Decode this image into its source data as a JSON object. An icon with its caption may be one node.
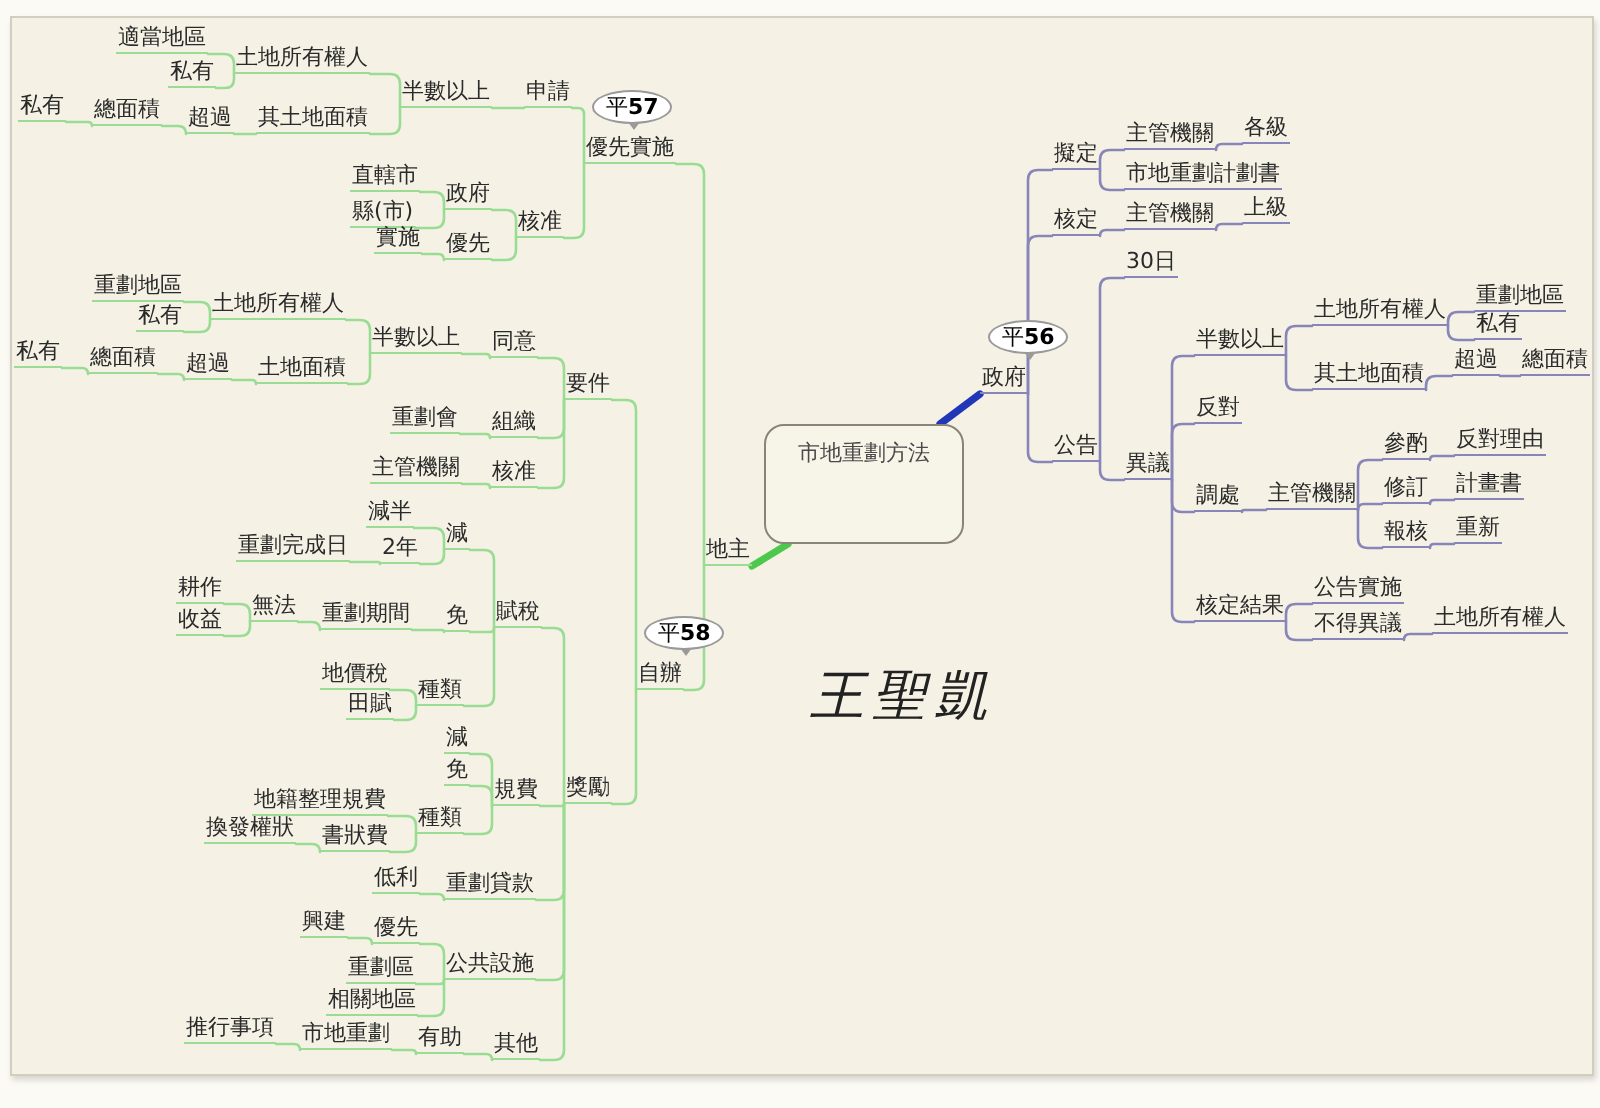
{
  "diagram": {
    "nodes": [
      {
        "text": [
          "市地重劃方法"
        ]
      },
      {
        "text": [
          "地主"
        ]
      },
      {
        "text": [
          "優先實施"
        ],
        "beside": [
          "平**57**"
        ]
      },
      {
        "text": [
          "申請"
        ]
      },
      {
        "text": [
          "半數以上"
        ]
      },
      {
        "text": [
          "土地所有權人"
        ]
      },
      {
        "text": [
          "適當地區"
        ]
      },
      {
        "text": [
          "私有"
        ]
      },
      {
        "text": [
          "其土地面積"
        ]
      },
      {
        "text": [
          "超過"
        ]
      },
      {
        "text": [
          "總面積"
        ]
      },
      {
        "text": [
          "私有"
        ]
      },
      {
        "text": [
          "核准"
        ]
      },
      {
        "text": [
          "政府"
        ]
      },
      {
        "text": [
          "直轄市"
        ]
      },
      {
        "text": [
          "縣(市)"
        ]
      },
      {
        "text": [
          "優先"
        ]
      },
      {
        "text": [
          "實施"
        ]
      },
      {
        "text": [
          "自辦"
        ],
        "beside": [
          "平**58**"
        ]
      },
      {
        "text": [
          "要件"
        ]
      },
      {
        "text": [
          "同意"
        ]
      },
      {
        "text": [
          "半數以上"
        ]
      },
      {
        "text": [
          "土地所有權人"
        ]
      },
      {
        "text": [
          "重劃地區"
        ]
      },
      {
        "text": [
          "私有"
        ]
      },
      {
        "text": [
          "土地面積"
        ]
      },
      {
        "text": [
          "超過"
        ]
      },
      {
        "text": [
          "總面積"
        ]
      },
      {
        "text": [
          "私有"
        ]
      },
      {
        "text": [
          "組織"
        ]
      },
      {
        "text": [
          "重劃會"
        ]
      },
      {
        "text": [
          "核准"
        ]
      },
      {
        "text": [
          "主管機關"
        ]
      },
      {
        "text": [
          "獎勵"
        ]
      },
      {
        "text": [
          "賦稅"
        ]
      },
      {
        "text": [
          "減"
        ]
      },
      {
        "text": [
          "減半"
        ]
      },
      {
        "text": [
          "2年"
        ]
      },
      {
        "text": [
          "重劃完成日"
        ]
      },
      {
        "text": [
          "免"
        ]
      },
      {
        "text": [
          "重劃期間"
        ]
      },
      {
        "text": [
          "無法"
        ]
      },
      {
        "text": [
          "耕作"
        ]
      },
      {
        "text": [
          "收益"
        ]
      },
      {
        "text": [
          "種類"
        ]
      },
      {
        "text": [
          "地價稅"
        ]
      },
      {
        "text": [
          "田賦"
        ]
      },
      {
        "text": [
          "規費"
        ]
      },
      {
        "text": [
          "減"
        ]
      },
      {
        "text": [
          "免"
        ]
      },
      {
        "text": [
          "種類"
        ]
      },
      {
        "text": [
          "地籍整理規費"
        ]
      },
      {
        "text": [
          "書狀費"
        ]
      },
      {
        "text": [
          "換發權狀"
        ]
      },
      {
        "text": [
          "重劃貸款"
        ]
      },
      {
        "text": [
          "低利"
        ]
      },
      {
        "text": [
          "公共設施"
        ]
      },
      {
        "text": [
          "優先"
        ]
      },
      {
        "text": [
          "興建"
        ]
      },
      {
        "text": [
          "重劃區"
        ]
      },
      {
        "text": [
          "相關地區"
        ]
      },
      {
        "text": [
          "其他"
        ]
      },
      {
        "text": [
          "有助"
        ]
      },
      {
        "text": [
          "市地重劃"
        ]
      },
      {
        "text": [
          "推行事項"
        ]
      },
      {
        "text": [
          "政府"
        ],
        "beside": [
          "平**56**"
        ]
      },
      {
        "text": [
          "擬定"
        ]
      },
      {
        "text": [
          "主管機關"
        ]
      },
      {
        "text": [
          "各級"
        ]
      },
      {
        "text": [
          "市地重劃計劃書"
        ]
      },
      {
        "text": [
          "核定"
        ]
      },
      {
        "text": [
          "主管機關"
        ]
      },
      {
        "text": [
          "上級"
        ]
      },
      {
        "text": [
          "公告"
        ]
      },
      {
        "text": [
          "30日"
        ]
      },
      {
        "text": [
          "異議"
        ]
      },
      {
        "text": [
          "半數以上"
        ]
      },
      {
        "text": [
          "土地所有權人"
        ]
      },
      {
        "text": [
          "重劃地區"
        ]
      },
      {
        "text": [
          "私有"
        ]
      },
      {
        "text": [
          "其土地面積"
        ]
      },
      {
        "text": [
          "超過"
        ]
      },
      {
        "text": [
          "總面積"
        ]
      },
      {
        "text": [
          "反對"
        ]
      },
      {
        "text": [
          "調處"
        ]
      },
      {
        "text": [
          "主管機關"
        ]
      },
      {
        "text": [
          "參酌"
        ]
      },
      {
        "text": [
          "反對理由"
        ]
      },
      {
        "text": [
          "修訂"
        ]
      },
      {
        "text": [
          "計畫書"
        ]
      },
      {
        "text": [
          "報核"
        ]
      },
      {
        "text": [
          "重新"
        ]
      },
      {
        "text": [
          "核定結果"
        ]
      },
      {
        "text": [
          "公告實施"
        ]
      },
      {
        "text": [
          "不得異議"
        ]
      },
      {
        "text": [
          "土地所有權人"
        ]
      }
    ],
    "edges": [
      {
        "from": 0,
        "to": 1,
        "arrow": "none",
        "style": "thick",
        "color": "#4cc94c"
      },
      {
        "from": 1,
        "to": 2,
        "arrow": "none"
      },
      {
        "from": 2,
        "to": 3,
        "arrow": "none"
      },
      {
        "from": 3,
        "to": 4,
        "arrow": "none"
      },
      {
        "from": 4,
        "to": 5,
        "arrow": "none"
      },
      {
        "from": 5,
        "to": 6,
        "arrow": "none"
      },
      {
        "from": 5,
        "to": 7,
        "arrow": "none"
      },
      {
        "from": 4,
        "to": 8,
        "arrow": "none"
      },
      {
        "from": 8,
        "to": 9,
        "arrow": "none"
      },
      {
        "from": 9,
        "to": 10,
        "arrow": "none"
      },
      {
        "from": 10,
        "to": 11,
        "arrow": "none"
      },
      {
        "from": 2,
        "to": 12,
        "arrow": "none"
      },
      {
        "from": 12,
        "to": 13,
        "arrow": "none"
      },
      {
        "from": 13,
        "to": 14,
        "arrow": "none"
      },
      {
        "from": 13,
        "to": 15,
        "arrow": "none"
      },
      {
        "from": 12,
        "to": 16,
        "arrow": "none"
      },
      {
        "from": 16,
        "to": 17,
        "arrow": "none"
      },
      {
        "from": 1,
        "to": 18,
        "arrow": "none"
      },
      {
        "from": 18,
        "to": 19,
        "arrow": "none"
      },
      {
        "from": 19,
        "to": 20,
        "arrow": "none"
      },
      {
        "from": 20,
        "to": 21,
        "arrow": "none"
      },
      {
        "from": 21,
        "to": 22,
        "arrow": "none"
      },
      {
        "from": 22,
        "to": 23,
        "arrow": "none"
      },
      {
        "from": 22,
        "to": 24,
        "arrow": "none"
      },
      {
        "from": 21,
        "to": 25,
        "arrow": "none"
      },
      {
        "from": 25,
        "to": 26,
        "arrow": "none"
      },
      {
        "from": 26,
        "to": 27,
        "arrow": "none"
      },
      {
        "from": 27,
        "to": 28,
        "arrow": "none"
      },
      {
        "from": 19,
        "to": 29,
        "arrow": "none"
      },
      {
        "from": 29,
        "to": 30,
        "arrow": "none"
      },
      {
        "from": 19,
        "to": 31,
        "arrow": "none"
      },
      {
        "from": 31,
        "to": 32,
        "arrow": "none"
      },
      {
        "from": 18,
        "to": 33,
        "arrow": "none"
      },
      {
        "from": 33,
        "to": 34,
        "arrow": "none"
      },
      {
        "from": 34,
        "to": 35,
        "arrow": "none"
      },
      {
        "from": 35,
        "to": 36,
        "arrow": "none"
      },
      {
        "from": 35,
        "to": 37,
        "arrow": "none"
      },
      {
        "from": 37,
        "to": 38,
        "arrow": "none"
      },
      {
        "from": 34,
        "to": 39,
        "arrow": "none"
      },
      {
        "from": 39,
        "to": 40,
        "arrow": "none"
      },
      {
        "from": 40,
        "to": 41,
        "arrow": "none"
      },
      {
        "from": 41,
        "to": 42,
        "arrow": "none"
      },
      {
        "from": 41,
        "to": 43,
        "arrow": "none"
      },
      {
        "from": 34,
        "to": 44,
        "arrow": "none"
      },
      {
        "from": 44,
        "to": 45,
        "arrow": "none"
      },
      {
        "from": 44,
        "to": 46,
        "arrow": "none"
      },
      {
        "from": 33,
        "to": 47,
        "arrow": "none"
      },
      {
        "from": 47,
        "to": 48,
        "arrow": "none"
      },
      {
        "from": 47,
        "to": 49,
        "arrow": "none"
      },
      {
        "from": 47,
        "to": 50,
        "arrow": "none"
      },
      {
        "from": 50,
        "to": 51,
        "arrow": "none"
      },
      {
        "from": 50,
        "to": 52,
        "arrow": "none"
      },
      {
        "from": 52,
        "to": 53,
        "arrow": "none"
      },
      {
        "from": 33,
        "to": 54,
        "arrow": "none"
      },
      {
        "from": 54,
        "to": 55,
        "arrow": "none"
      },
      {
        "from": 33,
        "to": 56,
        "arrow": "none"
      },
      {
        "from": 56,
        "to": 57,
        "arrow": "none"
      },
      {
        "from": 57,
        "to": 58,
        "arrow": "none"
      },
      {
        "from": 56,
        "to": 59,
        "arrow": "none"
      },
      {
        "from": 56,
        "to": 60,
        "arrow": "none"
      },
      {
        "from": 33,
        "to": 61,
        "arrow": "none"
      },
      {
        "from": 61,
        "to": 62,
        "arrow": "none"
      },
      {
        "from": 62,
        "to": 63,
        "arrow": "none"
      },
      {
        "from": 63,
        "to": 64,
        "arrow": "none"
      },
      {
        "from": 0,
        "to": 65,
        "arrow": "none",
        "style": "thick",
        "color": "#2038b8"
      },
      {
        "from": 65,
        "to": 66,
        "arrow": "none",
        "color": "#8886b8"
      },
      {
        "from": 66,
        "to": 67,
        "arrow": "none",
        "color": "#8886b8"
      },
      {
        "from": 67,
        "to": 68,
        "arrow": "none",
        "color": "#8886b8"
      },
      {
        "from": 66,
        "to": 69,
        "arrow": "none",
        "color": "#8886b8"
      },
      {
        "from": 65,
        "to": 70,
        "arrow": "none",
        "color": "#8886b8"
      },
      {
        "from": 70,
        "to": 71,
        "arrow": "none",
        "color": "#8886b8"
      },
      {
        "from": 71,
        "to": 72,
        "arrow": "none",
        "color": "#8886b8"
      },
      {
        "from": 65,
        "to": 73,
        "arrow": "none",
        "color": "#8886b8"
      },
      {
        "from": 73,
        "to": 74,
        "arrow": "none",
        "color": "#8886b8"
      },
      {
        "from": 73,
        "to": 75,
        "arrow": "none",
        "color": "#8886b8"
      },
      {
        "from": 75,
        "to": 76,
        "arrow": "none",
        "color": "#8886b8"
      },
      {
        "from": 76,
        "to": 77,
        "arrow": "none",
        "color": "#8886b8"
      },
      {
        "from": 77,
        "to": 78,
        "arrow": "none",
        "color": "#8886b8"
      },
      {
        "from": 77,
        "to": 79,
        "arrow": "none",
        "color": "#8886b8"
      },
      {
        "from": 76,
        "to": 80,
        "arrow": "none",
        "color": "#8886b8"
      },
      {
        "from": 80,
        "to": 81,
        "arrow": "none",
        "color": "#8886b8"
      },
      {
        "from": 81,
        "to": 82,
        "arrow": "none",
        "color": "#8886b8"
      },
      {
        "from": 75,
        "to": 83,
        "arrow": "none",
        "color": "#8886b8"
      },
      {
        "from": 75,
        "to": 84,
        "arrow": "none",
        "color": "#8886b8"
      },
      {
        "from": 84,
        "to": 85,
        "arrow": "none",
        "color": "#8886b8"
      },
      {
        "from": 85,
        "to": 86,
        "arrow": "none",
        "color": "#8886b8"
      },
      {
        "from": 86,
        "to": 87,
        "arrow": "none",
        "color": "#8886b8"
      },
      {
        "from": 85,
        "to": 88,
        "arrow": "none",
        "color": "#8886b8"
      },
      {
        "from": 88,
        "to": 89,
        "arrow": "none",
        "color": "#8886b8"
      },
      {
        "from": 85,
        "to": 90,
        "arrow": "none",
        "color": "#8886b8"
      },
      {
        "from": 90,
        "to": 91,
        "arrow": "none",
        "color": "#8886b8"
      },
      {
        "from": 75,
        "to": 92,
        "arrow": "none",
        "color": "#8886b8"
      },
      {
        "from": 92,
        "to": 93,
        "arrow": "none",
        "color": "#8886b8"
      },
      {
        "from": 92,
        "to": 94,
        "arrow": "none",
        "color": "#8886b8"
      },
      {
        "from": 94,
        "to": 95,
        "arrow": "none",
        "color": "#8886b8"
      }
    ],
    "labels": [
      "王聖凱"
    ]
  }
}
